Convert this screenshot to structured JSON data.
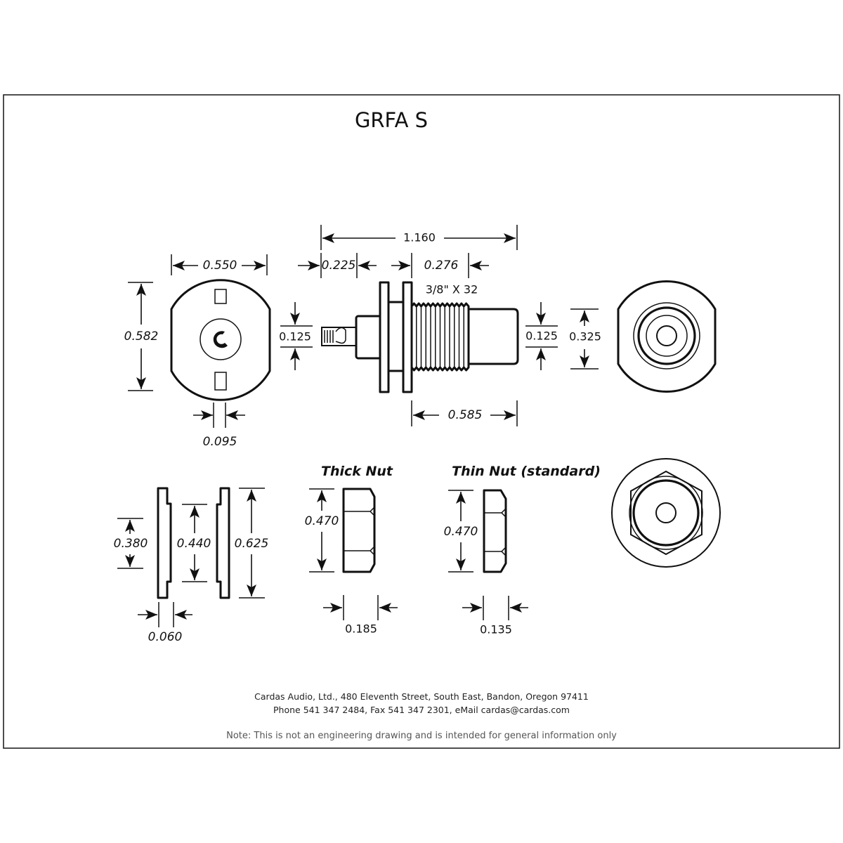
{
  "title": "GRFA S",
  "front_view": {
    "width": "0.550",
    "height": "0.582",
    "slot": "0.095"
  },
  "side_view": {
    "overall": "1.160",
    "pin": "0.225",
    "thread_len": "0.276",
    "thread_spec": "3/8\" X 32",
    "pin_dia": "0.125",
    "barrel_len": "0.585",
    "hole_dia": "0.125",
    "barrel_dia": "0.325"
  },
  "washers": {
    "inner": "0.380",
    "middle": "0.440",
    "outer": "0.625",
    "thickness": "0.060"
  },
  "thick_nut": {
    "label": "Thick Nut",
    "height": "0.470",
    "width": "0.185"
  },
  "thin_nut": {
    "label": "Thin Nut (standard)",
    "height": "0.470",
    "width": "0.135"
  },
  "footer": {
    "address": "Cardas Audio, Ltd., 480 Eleventh Street, South East, Bandon, Oregon 97411",
    "contact": "Phone 541 347 2484, Fax 541 347 2301, eMail cardas@cardas.com",
    "note": "Note:  This is not an engineering drawing and is intended for general information only"
  }
}
